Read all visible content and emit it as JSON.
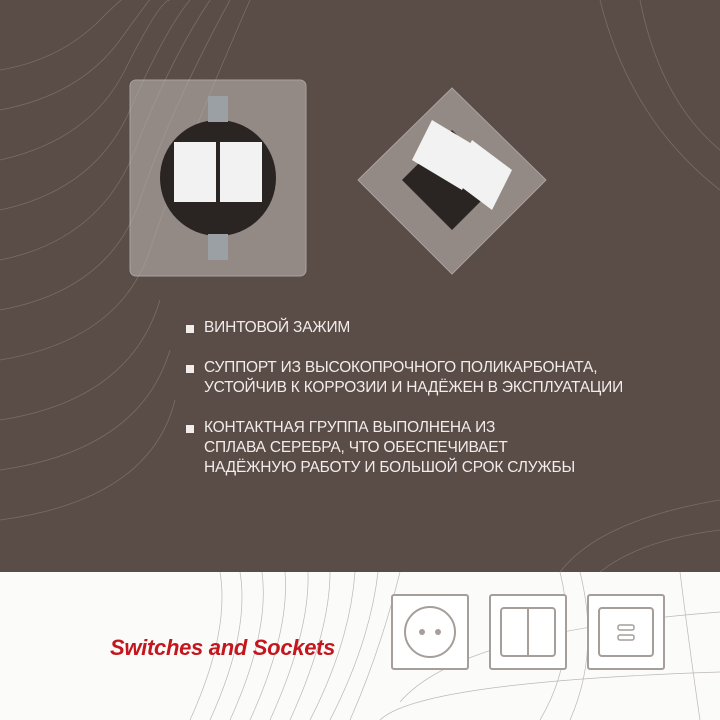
{
  "features": [
    {
      "icon": "square-bullet",
      "lines": [
        "ВИНТОВОЙ ЗАЖИМ"
      ]
    },
    {
      "icon": "square-bullet",
      "lines": [
        "СУППОРТ ИЗ ВЫСОКОПРОЧНОГО ПОЛИКАРБОНАТА,",
        "УСТОЙЧИВ К КОРРОЗИИ И НАДЁЖЕН В ЭКСПЛУАТАЦИИ"
      ]
    },
    {
      "icon": "square-bullet",
      "lines": [
        "КОНТАКТНАЯ ГРУППА ВЫПОЛНЕНА ИЗ",
        "СПЛАВА СЕРЕБРА, ЧТО ОБЕСПЕЧИВАЕТ",
        "НАДЁЖНУЮ РАБОТУ И БОЛЬШОЙ СРОК СЛУЖБЫ"
      ]
    }
  ],
  "brand": "Switches and Sockets",
  "icons": [
    "socket-icon",
    "double-switch-icon",
    "usb-socket-icon"
  ],
  "colors": {
    "background": "#5a4c46",
    "brand": "#c4161c",
    "footer": "#fbfbfa",
    "text": "#f2ecea"
  }
}
